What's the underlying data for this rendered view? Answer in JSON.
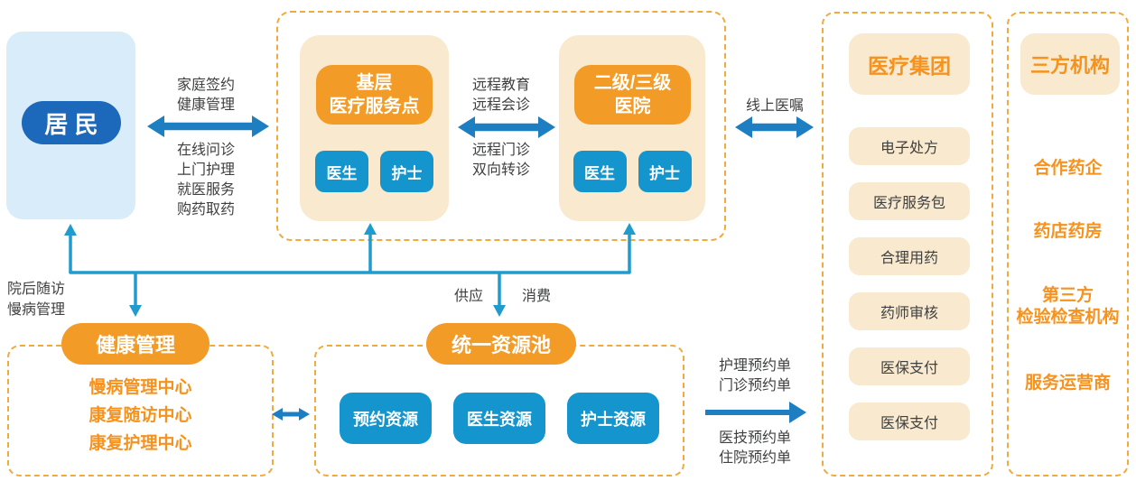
{
  "palette": {
    "light_blue": "#D9ECF9",
    "dark_blue": "#1C68BA",
    "orange": "#F29B27",
    "cream": "#F8E9CF",
    "dashed_border": "#F2A93E",
    "chip_blue": "#1495CD",
    "arrow_blue": "#1D7FC1",
    "connector_blue": "#209BCD",
    "text_dark": "#3F4040",
    "text_orange": "#F6921E"
  },
  "resident": {
    "label": "居 民"
  },
  "network": {
    "primary": {
      "title_line1": "基层",
      "title_line2": "医疗服务点",
      "chips": [
        "医生",
        "护士"
      ]
    },
    "hospital": {
      "title_line1": "二级/三级",
      "title_line2": "医院",
      "chips": [
        "医生",
        "护士"
      ]
    }
  },
  "labels": {
    "family_top": [
      "家庭签约",
      "健康管理"
    ],
    "family_bottom": [
      "在线问诊",
      "上门护理",
      "就医服务",
      "购药取药"
    ],
    "remote_top": [
      "远程教育",
      "远程会诊"
    ],
    "remote_bottom": [
      "远程门诊",
      "双向转诊"
    ],
    "online_order": "线上医嘱",
    "post_hospital": [
      "院后随访",
      "慢病管理"
    ],
    "supply": "供应",
    "consume": "消费",
    "orders_top": [
      "护理预约单",
      "门诊预约单"
    ],
    "orders_bottom": [
      "医技预约单",
      "住院预约单"
    ]
  },
  "medical_group": {
    "title": "医疗集团",
    "items": [
      "电子处方",
      "医疗服务包",
      "合理用药",
      "药师审核",
      "医保支付",
      "医保支付"
    ]
  },
  "third_party": {
    "title": "三方机构",
    "items": [
      "合作药企",
      "药店药房",
      "第三方\n检验检查机构",
      "服务运营商"
    ]
  },
  "health_mgmt": {
    "title": "健康管理",
    "items": [
      "慢病管理中心",
      "康复随访中心",
      "康复护理中心"
    ]
  },
  "resource_pool": {
    "title": "统一资源池",
    "chips": [
      "预约资源",
      "医生资源",
      "护士资源"
    ]
  }
}
